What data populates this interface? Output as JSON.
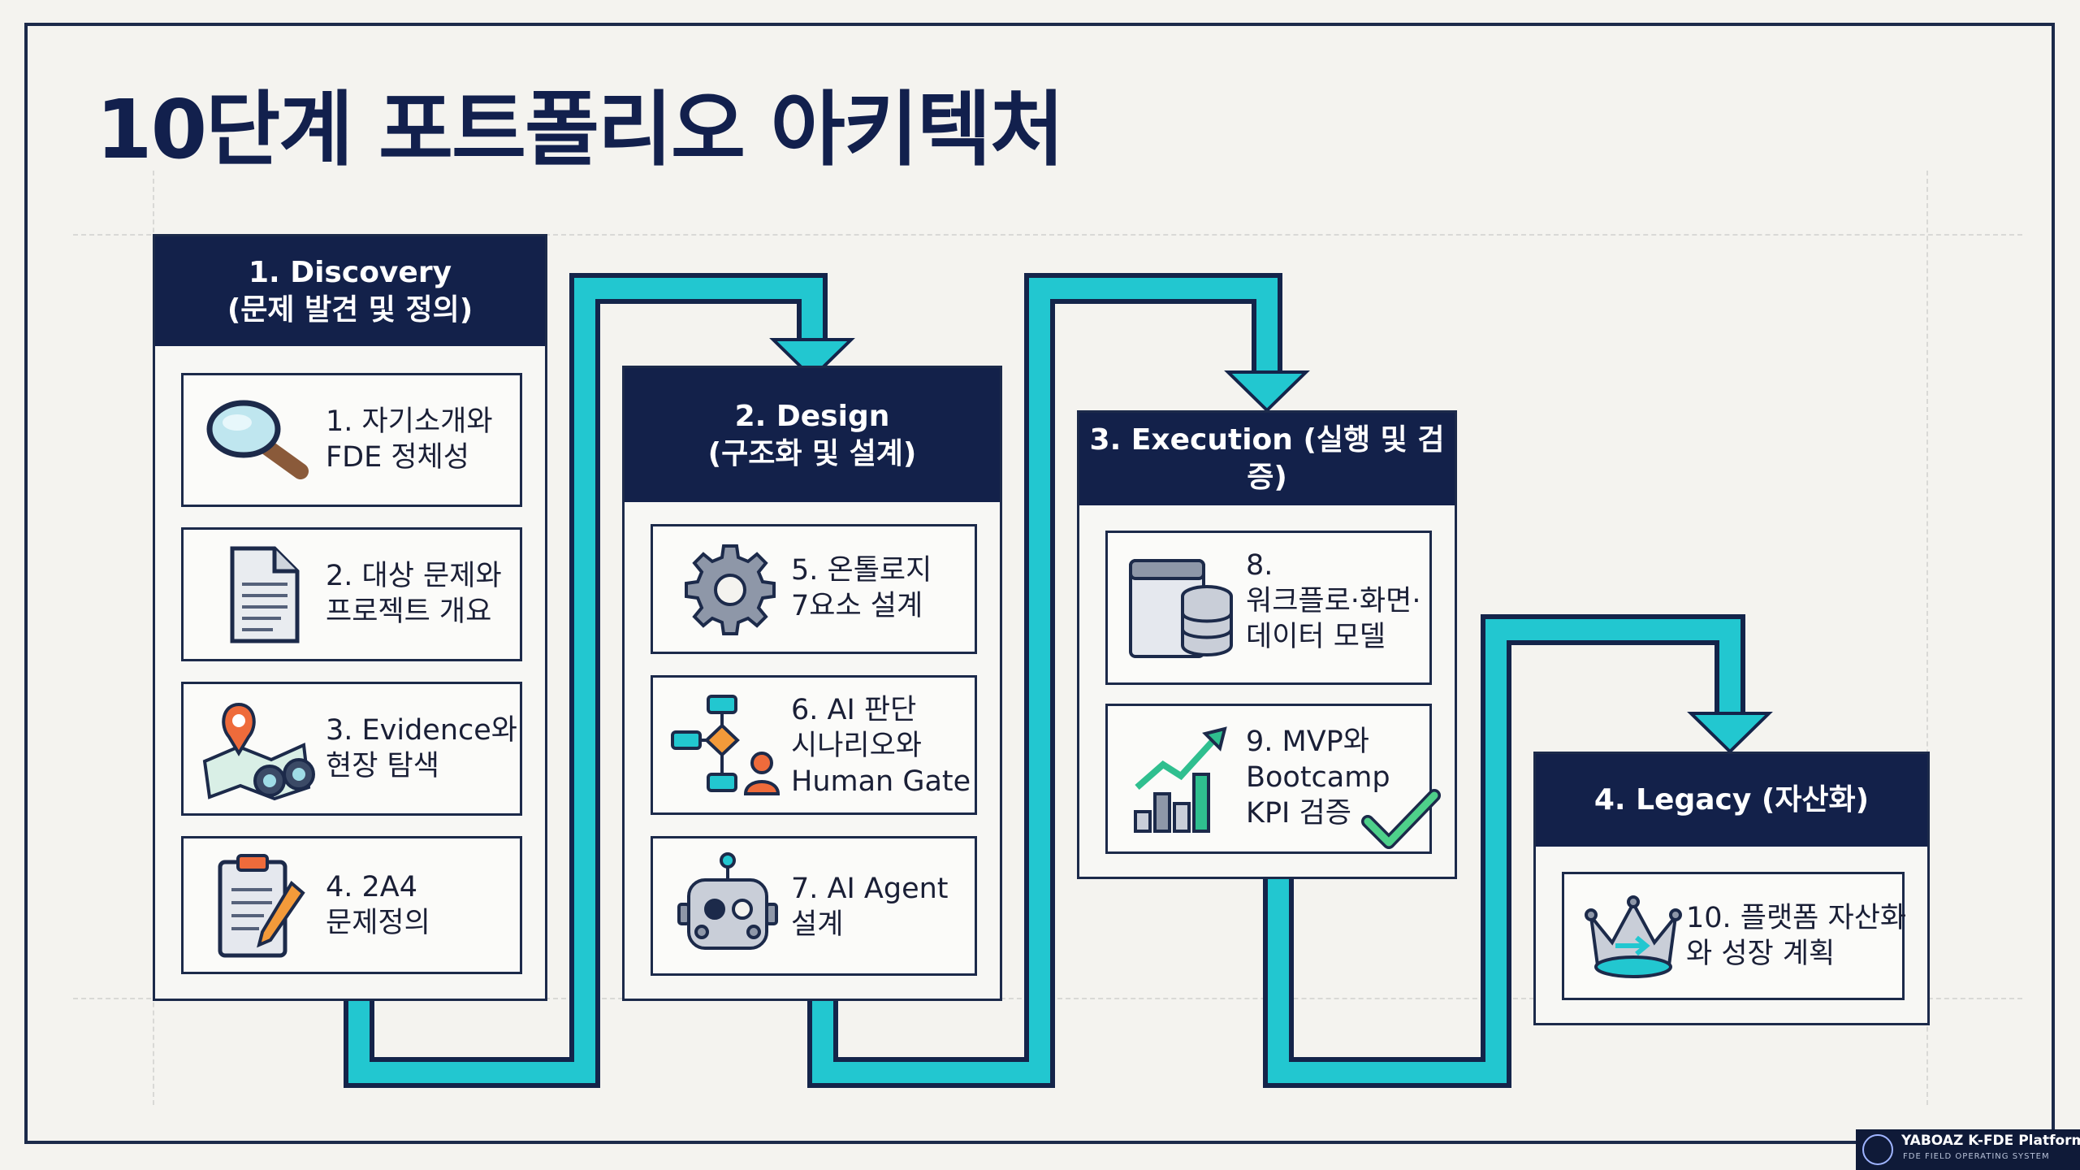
{
  "title": "10단계 포트폴리오 아키텍처",
  "colors": {
    "navy": "#13214a",
    "teal": "#22c7d0",
    "background": "#f4f3ef"
  },
  "phases": [
    {
      "header_lines": [
        "1. Discovery",
        "(문제 발견 및 정의)"
      ],
      "steps": [
        {
          "lines": [
            "1. 자기소개와",
            "FDE 정체성"
          ],
          "icon": "magnifier-icon"
        },
        {
          "lines": [
            "2. 대상 문제와",
            "프로젝트 개요"
          ],
          "icon": "document-icon"
        },
        {
          "lines": [
            "3. Evidence와",
            "현장 탐색"
          ],
          "icon": "map-binoculars-icon"
        },
        {
          "lines": [
            "4. 2A4",
            "문제정의"
          ],
          "icon": "clipboard-pencil-icon"
        }
      ]
    },
    {
      "header_lines": [
        "2. Design",
        "(구조화 및 설계)"
      ],
      "steps": [
        {
          "lines": [
            "5. 온톨로지",
            "7요소 설계"
          ],
          "icon": "gear-icon"
        },
        {
          "lines": [
            "6. AI 판단",
            "시나리오와",
            "Human Gate"
          ],
          "icon": "flowchart-person-icon"
        },
        {
          "lines": [
            "7. AI Agent",
            "설계"
          ],
          "icon": "robot-icon"
        }
      ]
    },
    {
      "header_lines": [
        "3. Execution (실행 및 검증)"
      ],
      "steps": [
        {
          "lines": [
            "8.",
            "워크플로·화면·",
            "데이터 모델"
          ],
          "icon": "browser-database-icon"
        },
        {
          "lines": [
            "9. MVP와",
            "Bootcamp",
            "KPI 검증"
          ],
          "icon": "growth-chart-check-icon"
        }
      ]
    },
    {
      "header_lines": [
        "4. Legacy (자산화)"
      ],
      "steps": [
        {
          "lines": [
            "10. 플랫폼 자산화",
            "와 성장 계획"
          ],
          "icon": "crown-icon"
        }
      ]
    }
  ],
  "badge": {
    "name": "YABOAZ K-FDE Platform",
    "subtitle": "FDE FIELD OPERATING SYSTEM"
  }
}
